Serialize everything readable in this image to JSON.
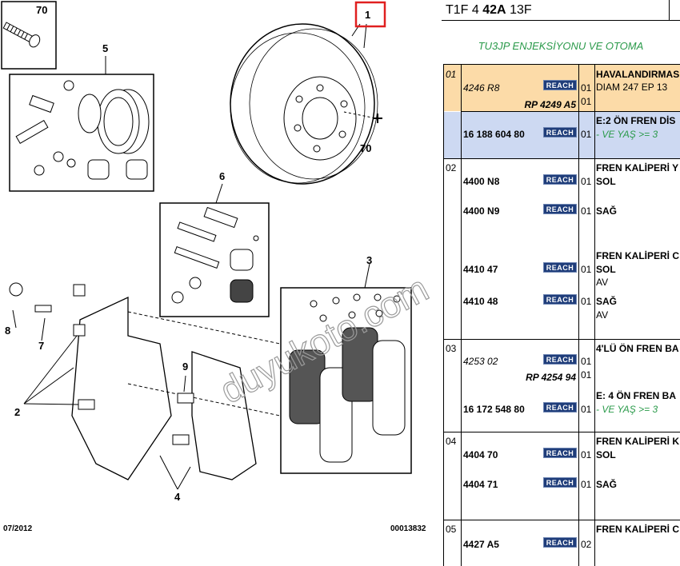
{
  "diagram": {
    "callouts": [
      "70",
      "1",
      "5",
      "70",
      "6",
      "3",
      "8",
      "7",
      "2",
      "9",
      "4"
    ],
    "footer_date": "07/2012",
    "footer_code": "00013832",
    "watermark": "duyukoto.com"
  },
  "header": {
    "code_prefix": "T1F 4",
    "code_bold": "42A",
    "code_suffix": "13F"
  },
  "subtitle": "TU3JP ENJEKSİYONU VE OTOMA",
  "reach_label": "REACH",
  "groups": [
    {
      "num": "01",
      "rows": [
        {
          "ref": "4246 R8",
          "ref_style": "italic",
          "qty": "01",
          "desc": "HAVALANDIRMAS",
          "desc_style": "bold"
        },
        {
          "ref": "",
          "qty": "",
          "desc": "DIAM 247 EP 13",
          "desc_style": ""
        },
        {
          "ref": "RP 4249 A5",
          "ref_style": "bold-italic",
          "qty": "01",
          "desc": ""
        },
        {
          "ref": "16 188 604 80",
          "ref_style": "",
          "qty": "01",
          "desc": "E:2 ÖN FREN DİS",
          "desc_style": "bold"
        },
        {
          "ref": "",
          "qty": "",
          "desc": "- VE YAŞ >= 3",
          "desc_style": "green"
        }
      ]
    },
    {
      "num": "02",
      "rows": [
        {
          "ref": "",
          "qty": "",
          "desc": "FREN KALİPERİ Y",
          "desc_style": "bold"
        },
        {
          "ref": "4400 N8",
          "ref_style": "",
          "qty": "01",
          "desc": "SOL",
          "desc_style": ""
        },
        {
          "ref": "4400 N9",
          "ref_style": "",
          "qty": "01",
          "desc": "SAĞ",
          "desc_style": ""
        },
        {
          "ref": "",
          "qty": "",
          "desc": "FREN KALİPERİ C",
          "desc_style": "bold"
        },
        {
          "ref": "4410 47",
          "ref_style": "",
          "qty": "01",
          "desc": "SOL",
          "desc_style": ""
        },
        {
          "ref": "",
          "qty": "",
          "desc": "AV",
          "desc_style": ""
        },
        {
          "ref": "4410 48",
          "ref_style": "",
          "qty": "01",
          "desc": "SAĞ",
          "desc_style": ""
        },
        {
          "ref": "",
          "qty": "",
          "desc": "AV",
          "desc_style": ""
        }
      ]
    },
    {
      "num": "03",
      "rows": [
        {
          "ref": "4253 02",
          "ref_style": "italic",
          "qty": "01",
          "desc": "4'LÜ ÖN FREN BA",
          "desc_style": "bold"
        },
        {
          "ref": "RP 4254 94",
          "ref_style": "bold-italic",
          "qty": "01",
          "desc": ""
        },
        {
          "ref": "",
          "qty": "",
          "desc": "E: 4 ÖN FREN BA",
          "desc_style": "bold"
        },
        {
          "ref": "16 172 548 80",
          "ref_style": "",
          "qty": "01",
          "desc": "- VE YAŞ >= 3",
          "desc_style": "green"
        }
      ]
    },
    {
      "num": "04",
      "rows": [
        {
          "ref": "",
          "qty": "",
          "desc": "FREN KALİPERİ K",
          "desc_style": "bold"
        },
        {
          "ref": "4404 70",
          "ref_style": "",
          "qty": "01",
          "desc": "SOL",
          "desc_style": ""
        },
        {
          "ref": "4404 71",
          "ref_style": "",
          "qty": "01",
          "desc": "SAĞ",
          "desc_style": ""
        }
      ]
    },
    {
      "num": "05",
      "rows": [
        {
          "ref": "",
          "qty": "",
          "desc": "FREN KALİPERİ C",
          "desc_style": "bold"
        },
        {
          "ref": "4427 A5",
          "ref_style": "",
          "qty": "02",
          "desc": "",
          "desc_style": ""
        }
      ]
    }
  ],
  "colors": {
    "highlight_row1": "#fcdba8",
    "highlight_row2": "#cdd9f2",
    "reach_badge": "#1f3d7a",
    "note_green": "#2a9a4a",
    "callout_box": "#e02020"
  }
}
